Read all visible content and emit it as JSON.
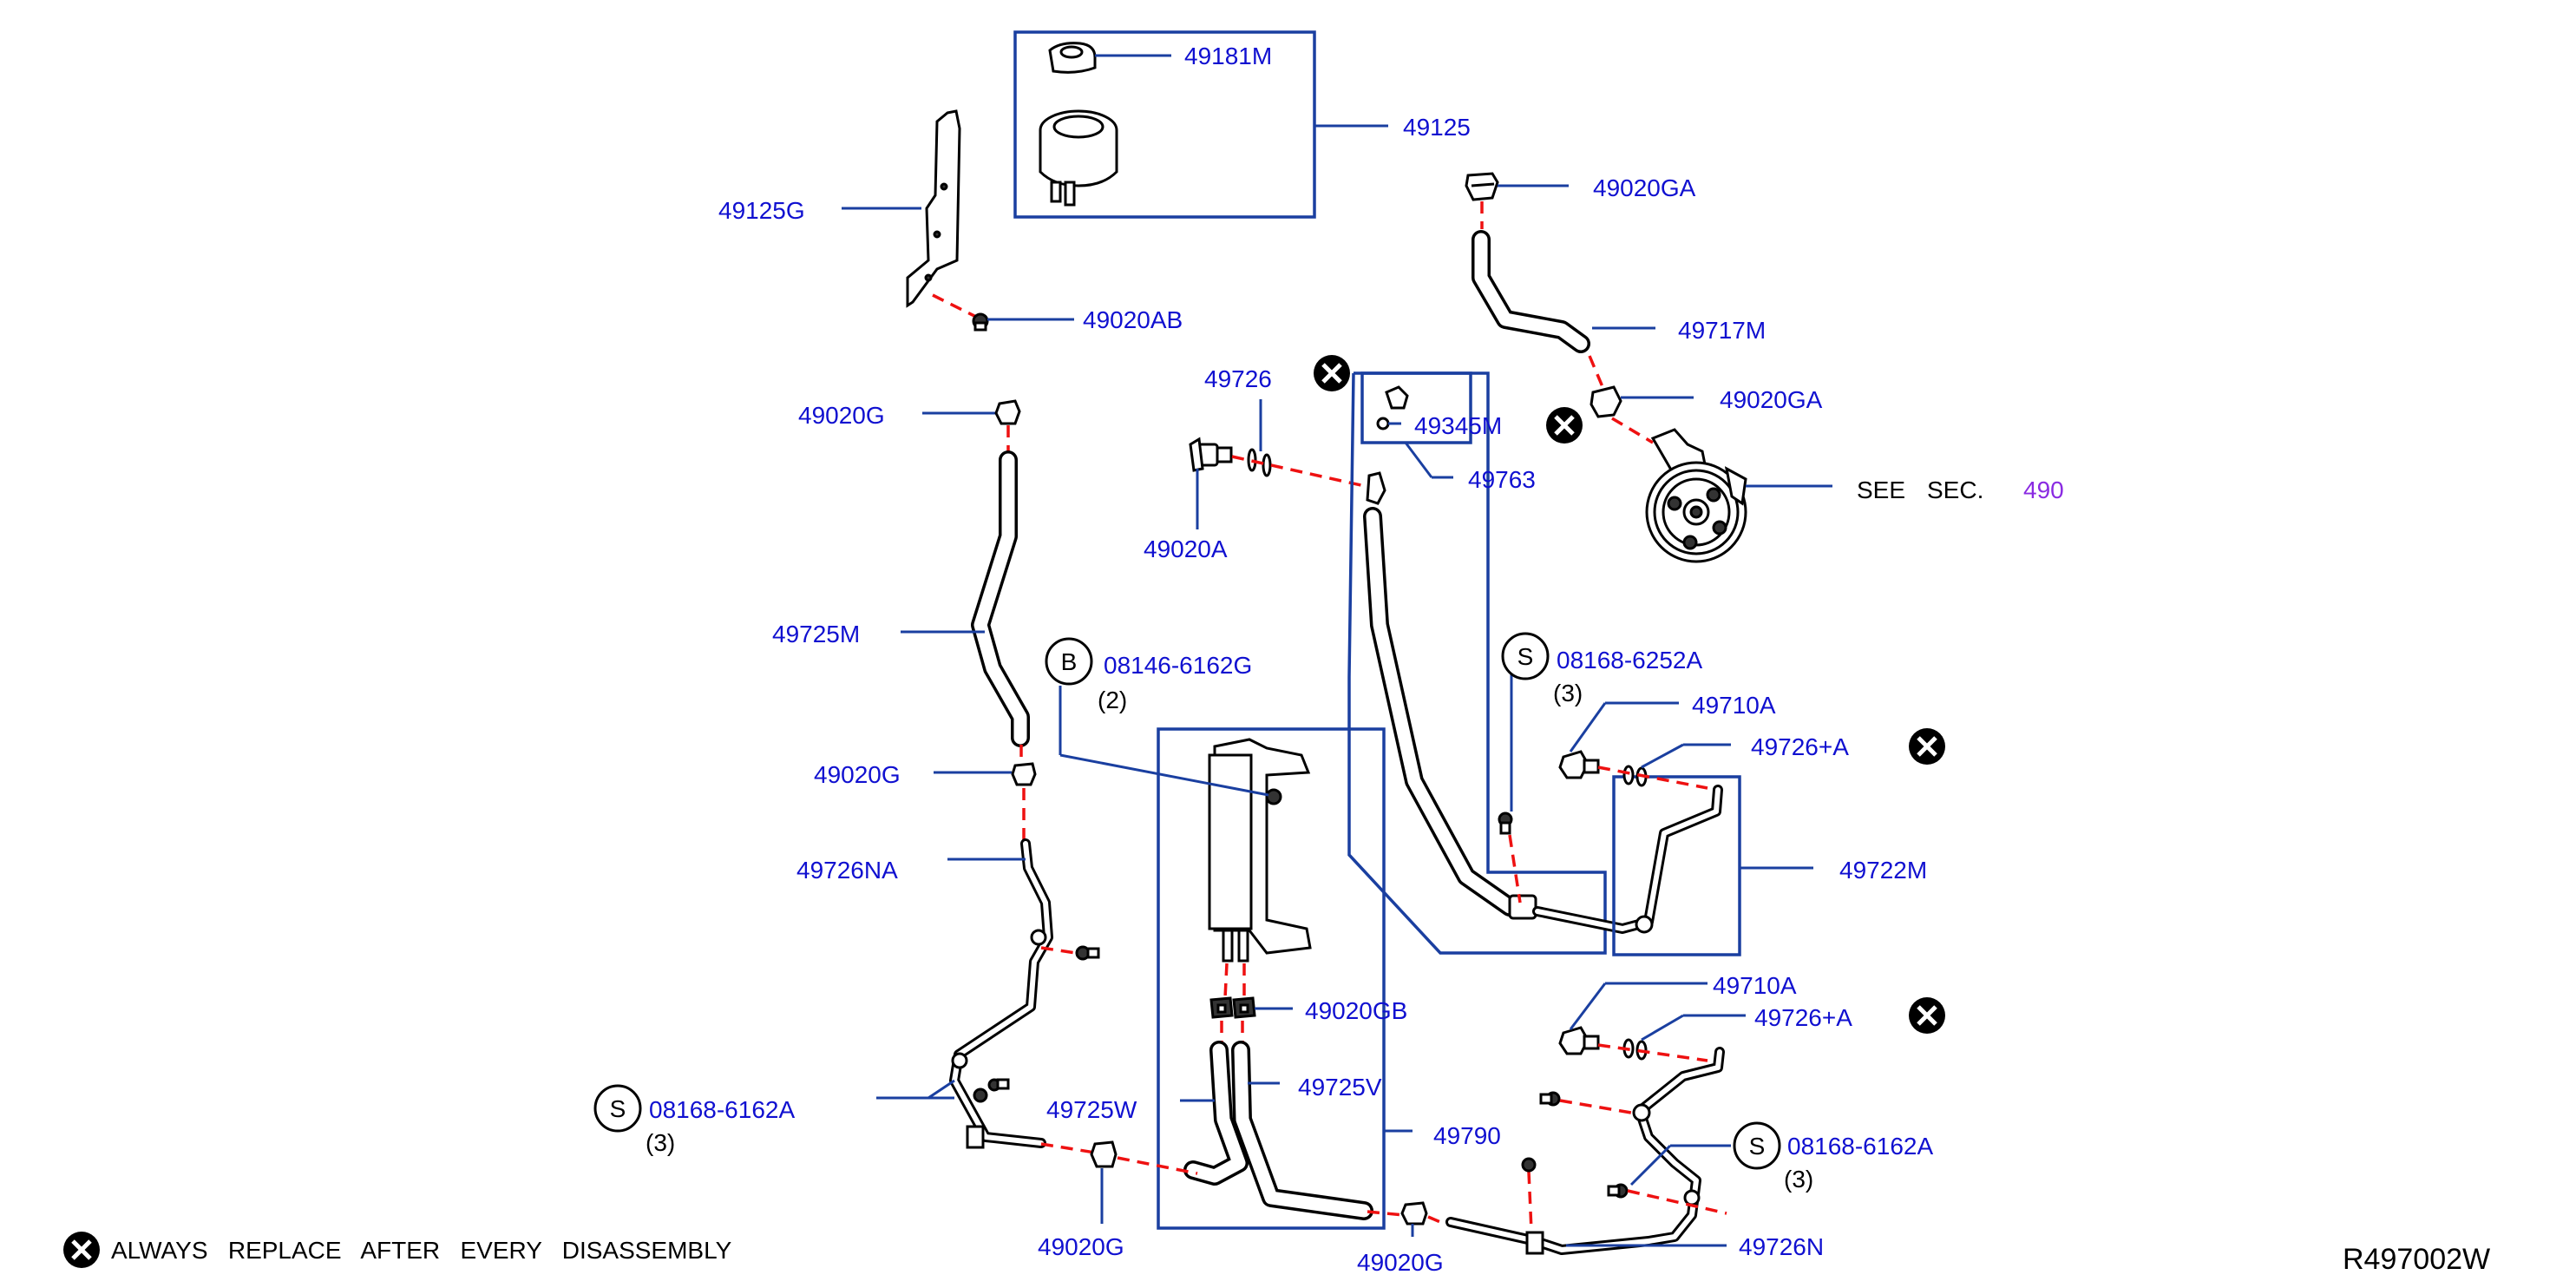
{
  "diagram": {
    "reference_code": "R497002W",
    "legend": {
      "icon": "x-circle-icon",
      "text": "ALWAYS   REPLACE   AFTER   EVERY   DISASSEMBLY"
    },
    "see_section": {
      "prefix": "SEE",
      "sec": "SEC.",
      "number": "490"
    },
    "labels": {
      "p49181M": "49181M",
      "p49125": "49125",
      "p49125G": "49125G",
      "p49020AB": "49020AB",
      "p49020GA_top": "49020GA",
      "p49717M": "49717M",
      "p49020GA_mid": "49020GA",
      "p49726": "49726",
      "p49345M": "49345M",
      "p49763": "49763",
      "p49020A": "49020A",
      "p49020G_top": "49020G",
      "p49725M": "49725M",
      "p08146": "08146-6162G",
      "q08146": "(2)",
      "p08168_6252A": "08168-6252A",
      "q08168_6252A": "(3)",
      "p49710A_top": "49710A",
      "p49726A_top": "49726+A",
      "p49020G_mid": "49020G",
      "p49722M": "49722M",
      "p49726NA": "49726NA",
      "p49020GB": "49020GB",
      "p49710A_bot": "49710A",
      "p49726A_bot": "49726+A",
      "p08168_6162A_left": "08168-6162A",
      "q08168_6162A_left": "(3)",
      "p49725W": "49725W",
      "p49725V": "49725V",
      "p49790": "49790",
      "p08168_6162A_right": "08168-6162A",
      "q08168_6162A_right": "(3)",
      "p49020G_bot_left": "49020G",
      "p49020G_bot_mid": "49020G",
      "p49726N": "49726N"
    },
    "circle_letters": {
      "s": "S",
      "b": "B"
    }
  },
  "colors": {
    "label": "#1010d0",
    "leader": "#1a3fa0",
    "dashed_axis": "#e11111",
    "section_link": "#8a2be2"
  }
}
